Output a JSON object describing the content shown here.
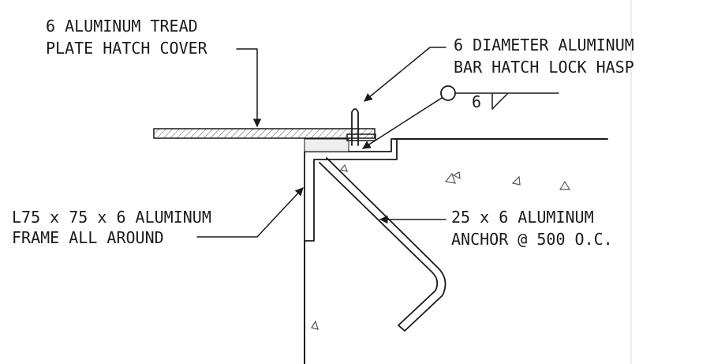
{
  "labels": {
    "tread_plate_line1": "6 ALUMINUM TREAD",
    "tread_plate_line2": "PLATE HATCH COVER",
    "hasp_line1": "6 DIAMETER ALUMINUM",
    "hasp_line2": "BAR HATCH LOCK HASP",
    "weld_size": "6",
    "frame_line1": "L75 x 75 x 6 ALUMINUM",
    "frame_line2": "FRAME ALL AROUND",
    "anchor_line1": "25 x 6 ALUMINUM",
    "anchor_line2": "ANCHOR @ 500 O.C."
  }
}
